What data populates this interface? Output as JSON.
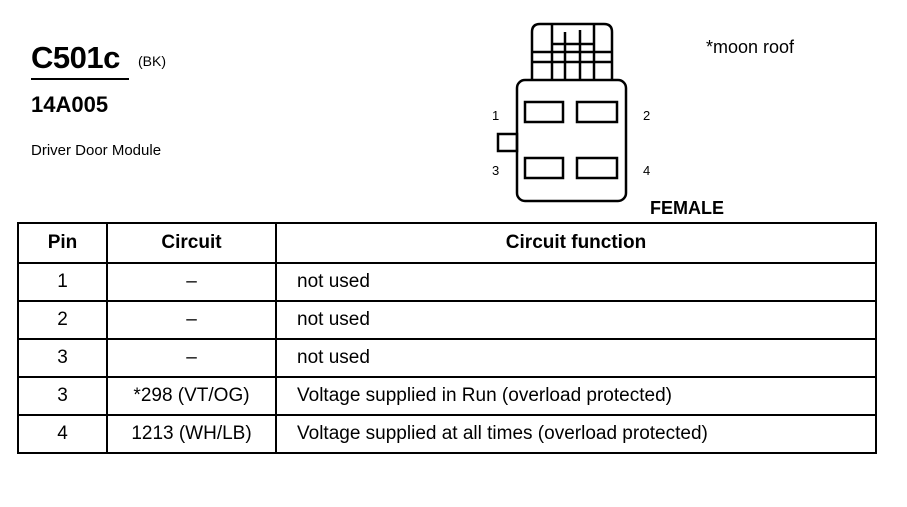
{
  "connector": {
    "id": "C501c",
    "color": "(BK)",
    "part_number": "14A005",
    "description": "Driver Door Module",
    "note": "*moon roof",
    "gender": "FEMALE",
    "pin_labels": [
      "1",
      "2",
      "3",
      "4"
    ]
  },
  "table": {
    "headers": [
      "Pin",
      "Circuit",
      "Circuit function"
    ],
    "rows": [
      {
        "pin": "1",
        "circuit": "–",
        "function": "not used"
      },
      {
        "pin": "2",
        "circuit": "–",
        "function": "not used"
      },
      {
        "pin": "3",
        "circuit": "–",
        "function": "not used"
      },
      {
        "pin": "3",
        "circuit": "*298 (VT/OG)",
        "function": "Voltage supplied in Run (overload protected)"
      },
      {
        "pin": "4",
        "circuit": "1213 (WH/LB)",
        "function": "Voltage supplied at all times (overload protected)"
      }
    ]
  }
}
